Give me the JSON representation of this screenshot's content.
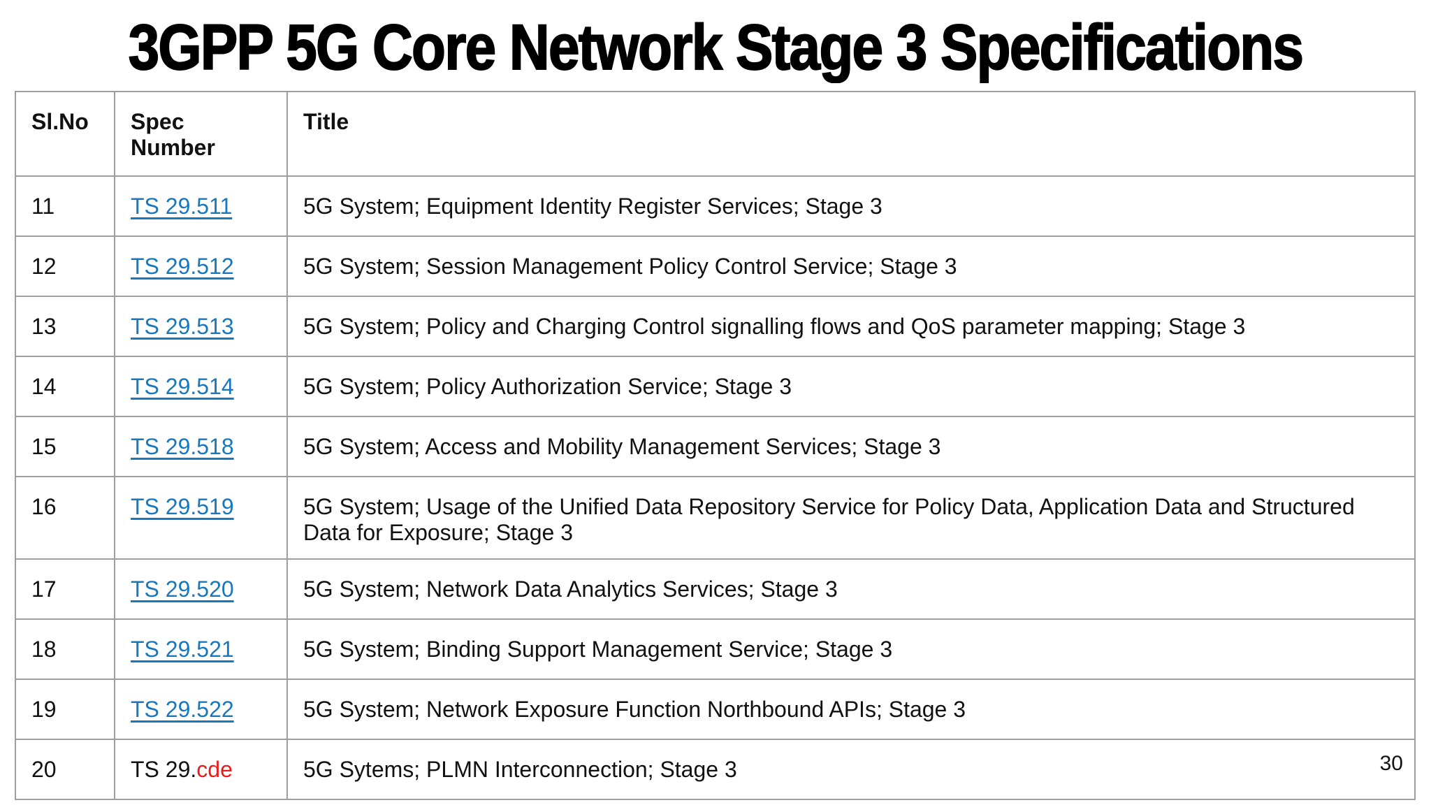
{
  "page": {
    "title": "3GPP 5G Core Network Stage 3 Specifications",
    "page_number": "30"
  },
  "colors": {
    "link_blue": "#1778be",
    "highlight_red": "#ed1c1c",
    "border_gray": "#9e9e9e"
  },
  "table": {
    "headers": [
      {
        "label": "Sl.No"
      },
      {
        "label": "Spec Number"
      },
      {
        "label": "Title"
      }
    ],
    "rows": [
      {
        "sl_no": "11",
        "spec_text": "TS 29.511",
        "spec_red": "",
        "is_link": true,
        "title": "5G System; Equipment Identity Register Services; Stage 3"
      },
      {
        "sl_no": "12",
        "spec_text": "TS 29.512",
        "spec_red": "",
        "is_link": true,
        "title": "5G System; Session Management Policy Control Service; Stage 3"
      },
      {
        "sl_no": "13",
        "spec_text": "TS 29.513",
        "spec_red": "",
        "is_link": true,
        "title": "5G System; Policy and Charging Control signalling flows and QoS parameter mapping; Stage 3"
      },
      {
        "sl_no": "14",
        "spec_text": "TS 29.514",
        "spec_red": "",
        "is_link": true,
        "title": "5G System; Policy Authorization Service; Stage 3"
      },
      {
        "sl_no": "15",
        "spec_text": "TS 29.518",
        "spec_red": "",
        "is_link": true,
        "title": "5G System; Access and Mobility Management Services; Stage 3"
      },
      {
        "sl_no": "16",
        "spec_text": "TS 29.519",
        "spec_red": "",
        "is_link": true,
        "title": "5G System; Usage of the Unified Data Repository Service for Policy Data, Application Data and Structured Data for Exposure; Stage 3"
      },
      {
        "sl_no": "17",
        "spec_text": "TS 29.520",
        "spec_red": "",
        "is_link": true,
        "title": "5G System; Network Data Analytics Services; Stage 3"
      },
      {
        "sl_no": "18",
        "spec_text": "TS 29.521",
        "spec_red": "",
        "is_link": true,
        "title": "5G System; Binding Support Management Service; Stage 3"
      },
      {
        "sl_no": "19",
        "spec_text": "TS 29.522",
        "spec_red": "",
        "is_link": true,
        "title": "5G System; Network Exposure Function Northbound APIs; Stage 3"
      },
      {
        "sl_no": "20",
        "spec_text": "TS 29.",
        "spec_red": "cde",
        "is_link": false,
        "title": "5G Sytems; PLMN Interconnection; Stage 3"
      }
    ]
  }
}
